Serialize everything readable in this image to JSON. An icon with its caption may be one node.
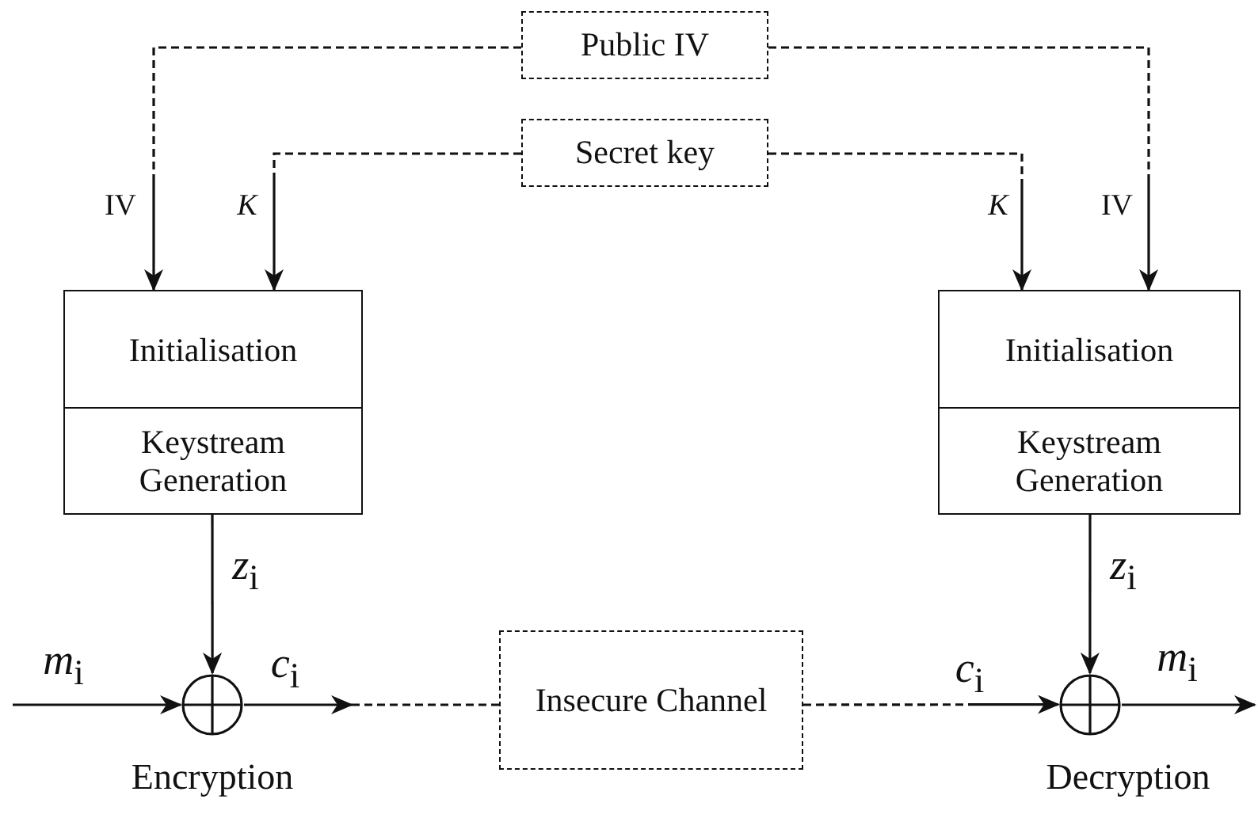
{
  "diagram": {
    "nodes": [
      {
        "text": [
          "Public IV"
        ]
      },
      {
        "text": [
          "Secret key"
        ]
      },
      {
        "text": [
          "Initialisation"
        ]
      },
      {
        "text": [
          "Keystream Generation"
        ]
      },
      {
        "text": [
          "Initialisation"
        ]
      },
      {
        "text": [
          "Keystream Generation"
        ]
      },
      {
        "text": [],
        "shape": "circle",
        "beside": [
          "Encryption"
        ]
      },
      {
        "text": [
          "Insecure Channel"
        ]
      },
      {
        "text": [],
        "shape": "circle",
        "beside": [
          "Decryption"
        ]
      }
    ],
    "edges": [
      {
        "from": 0,
        "to": 2,
        "arrow": "to",
        "label": "IV",
        "style": "dashed"
      },
      {
        "from": 1,
        "to": 2,
        "arrow": "to",
        "label": "*K*",
        "style": "dashed"
      },
      {
        "from": 1,
        "to": 4,
        "arrow": "to",
        "label": "*K*",
        "style": "dashed"
      },
      {
        "from": 0,
        "to": 4,
        "arrow": "to",
        "label": "IV",
        "style": "dashed"
      },
      {
        "from": 3,
        "to": 6,
        "arrow": "to",
        "label": "*z*$_{i}$"
      },
      {
        "from": null,
        "to": 6,
        "arrow": "to",
        "label": "*m*$_{i}$"
      },
      {
        "from": 6,
        "to": null,
        "arrow": "to",
        "label": "*c*$_{i}$"
      },
      {
        "from": null,
        "to": 7,
        "arrow": "none",
        "style": "dashed"
      },
      {
        "from": 7,
        "to": 8,
        "arrow": "to",
        "label": "*c*$_{i}$",
        "style": "dashed"
      },
      {
        "from": 5,
        "to": 8,
        "arrow": "to",
        "label": "*z*$_{i}$"
      },
      {
        "from": 8,
        "to": null,
        "arrow": "to",
        "label": "*m*$_{i}$"
      }
    ]
  }
}
